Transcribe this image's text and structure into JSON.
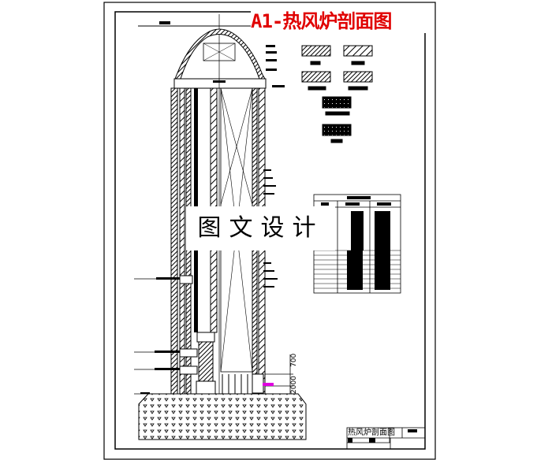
{
  "drawing": {
    "title": "A1-热风炉剖面图",
    "watermark": "图文设计",
    "title_block": {
      "drawing_name": "热风炉剖面图"
    },
    "dimensions": [
      "700",
      "2000"
    ],
    "colors": {
      "title": "#e00000",
      "highlight": "#e000e0",
      "lines": "#000000"
    }
  }
}
